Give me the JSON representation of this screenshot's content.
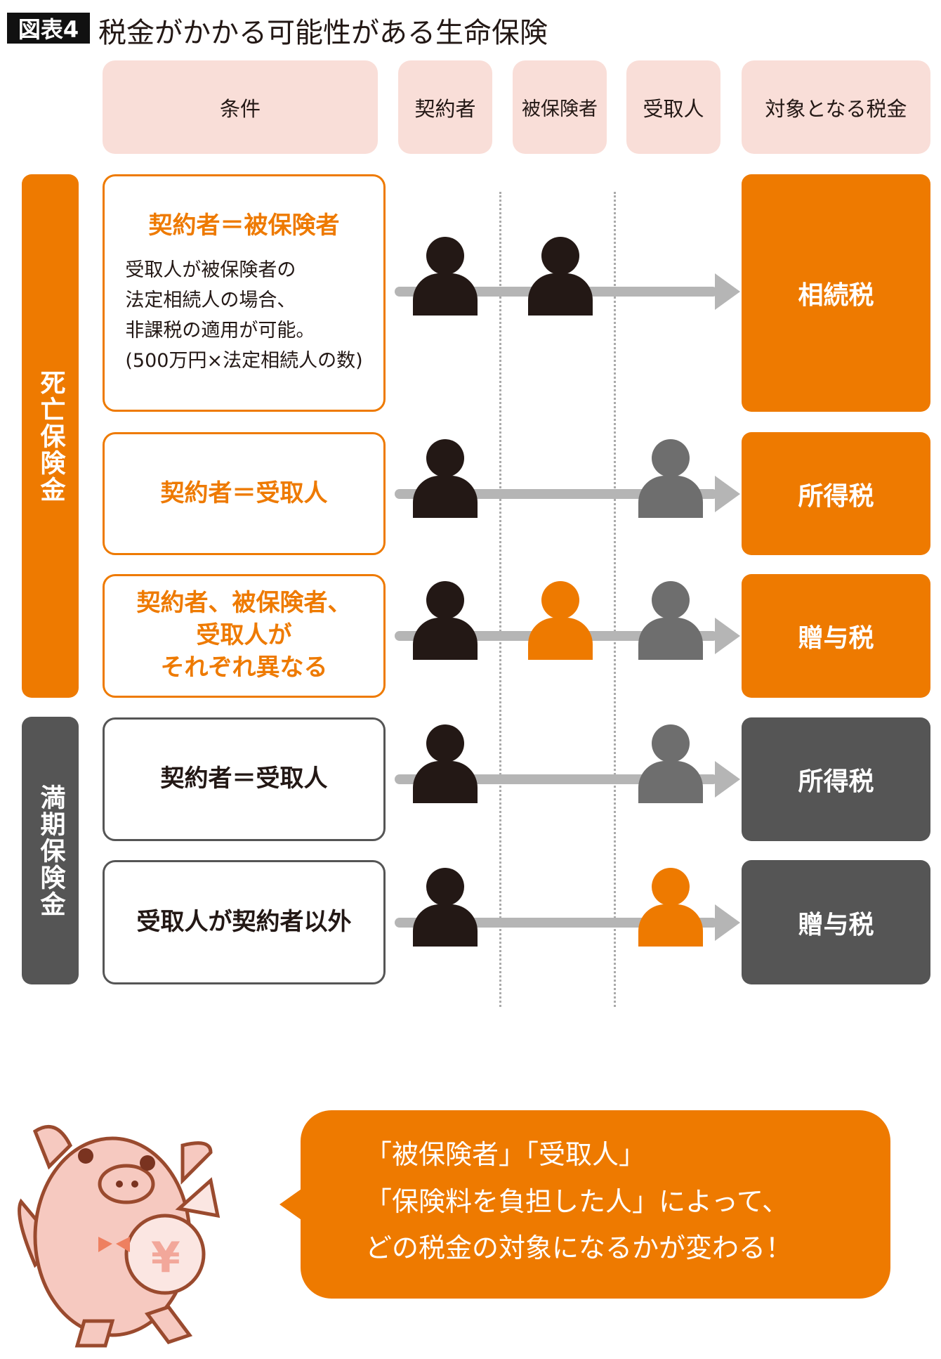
{
  "figure_label": "図表4",
  "title": "税金がかかる可能性がある生命保険",
  "headers": {
    "condition": "条件",
    "contractor": "契約者",
    "insured": "被保険者",
    "recipient": "受取人",
    "tax": "対象となる税金"
  },
  "groups": [
    {
      "label": "死亡保険金",
      "color": "#ee7a00"
    },
    {
      "label": "満期保険金",
      "color": "#555555"
    }
  ],
  "rows": [
    {
      "condition": "契約者＝被保険者",
      "note": [
        "受取人が被保険者の",
        "法定相続人の場合、",
        "非課税の適用が可能。",
        "(500万円×法定相続人の数)"
      ],
      "tax": "相続税",
      "group": 0,
      "persons": [
        "black",
        "black",
        null
      ]
    },
    {
      "condition": "契約者＝受取人",
      "tax": "所得税",
      "group": 0,
      "persons": [
        "black",
        null,
        "gray"
      ]
    },
    {
      "condition": "契約者、被保険者、受取人がそれぞれ異なる",
      "condition_lines": [
        "契約者、被保険者、",
        "受取人が",
        "それぞれ異なる"
      ],
      "tax": "贈与税",
      "group": 0,
      "persons": [
        "black",
        "orange",
        "gray"
      ]
    },
    {
      "condition": "契約者＝受取人",
      "tax": "所得税",
      "group": 1,
      "persons": [
        "black",
        null,
        "gray"
      ]
    },
    {
      "condition": "受取人が契約者以外",
      "tax": "贈与税",
      "group": 1,
      "persons": [
        "black",
        null,
        "orange"
      ]
    }
  ],
  "bubble": {
    "lines": [
      "「被保険者」「受取人」",
      "「保険料を負担した人」によって、",
      "どの税金の対象になるかが変わる！"
    ]
  },
  "colors": {
    "orange": "#ee7a00",
    "black": "#231815",
    "gray": "#6e6e6e",
    "pink": "#f9ded8",
    "dark": "#555555"
  }
}
